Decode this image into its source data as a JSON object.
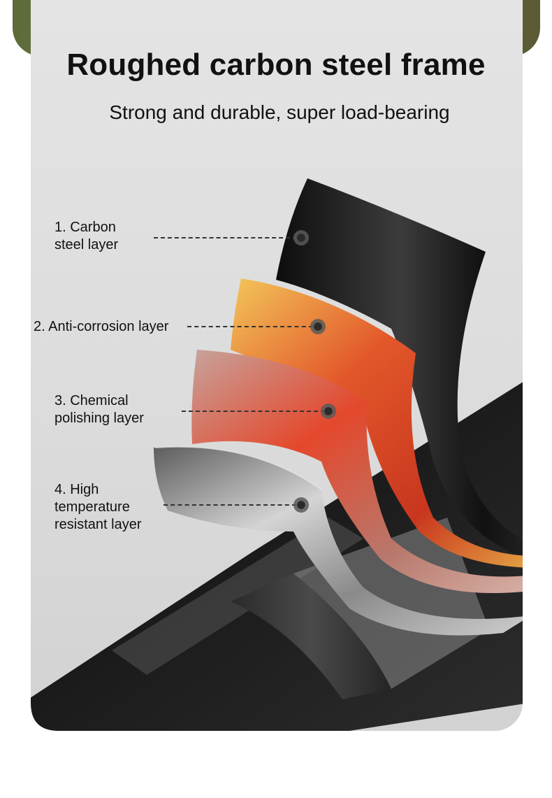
{
  "header": {
    "title": "Roughed carbon steel frame",
    "subtitle": "Strong and durable, super load-bearing"
  },
  "layers": [
    {
      "label": "1. Carbon\nsteel layer",
      "color": "#151515"
    },
    {
      "label": "2. Anti-corrosion layer",
      "color": "#e05a2c"
    },
    {
      "label": "3. Chemical\npolishing layer",
      "color": "#c98a80"
    },
    {
      "label": "4. High\ntemperature\nresistant layer",
      "color": "#8e8e8e"
    }
  ],
  "colors": {
    "title_text": "#111111",
    "card_background": "#dedede",
    "pipe": "#1c1c1c"
  }
}
